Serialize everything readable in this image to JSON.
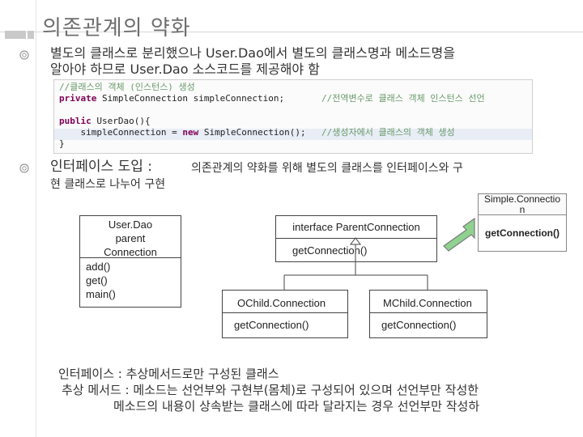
{
  "title": "의존관계의 약화",
  "bullets": [
    {
      "line1": "별도의 클래스로 분리했으나 User.Dao에서 별도의 클래스명과 메소드명을",
      "line2": "알아야 하므로 User.Dao 소스코드를 제공해야 함"
    },
    {
      "lead": "인터페이스 도입 :",
      "line1": "의존관계의 약화를 위해 별도의 클래스를 인터페이스와 구",
      "line2": "현 클래스로 나누어 구현"
    }
  ],
  "code": {
    "lines": [
      {
        "a": "//클래스의 객체 (인스턴스) 생성",
        "b": ""
      },
      {
        "a": "private SimpleConnection simpleConnection;",
        "b": "//전역변수로 클래스 객체 인스턴스 선언"
      },
      {
        "a": "",
        "b": ""
      },
      {
        "a": "public UserDao(){",
        "b": ""
      },
      {
        "a": "    simpleConnection = new SimpleConnection();",
        "b": "//생성자에서 클래스의 객체 생성"
      },
      {
        "a": "}",
        "b": ""
      }
    ]
  },
  "diagram": {
    "userdao": {
      "name": "User.Dao",
      "field1": "parent",
      "field2": "Connection",
      "m1": "add()",
      "m2": "get()",
      "m3": "main()"
    },
    "iface": {
      "name": "interface ParentConnection",
      "method": "getConnection()"
    },
    "simple": {
      "name1": "Simple.Connectio",
      "name2": "n",
      "method": "getConnection()"
    },
    "ochild": {
      "name": "OChild.Connection",
      "method": "getConnection()"
    },
    "mchild": {
      "name": "MChild.Connection",
      "method": "getConnection()"
    }
  },
  "notes": [
    "인터페이스 : 추상메서드로만 구성된 클래스",
    "추상 메서드 : 메소드는 선언부와 구현부(몸체)로 구성되어 있으며 선언부만 작성한",
    "메소드의 내용이 상속받는 클래스에 따라 달라지는 경우 선언부만 작성하"
  ],
  "colors": {
    "arrow_fill": "#8fd28f",
    "arrow_stroke": "#7a7a7a",
    "title": "#6e6e6e"
  },
  "icons": [
    "bullet-gear-icon",
    "arrow-icon"
  ]
}
